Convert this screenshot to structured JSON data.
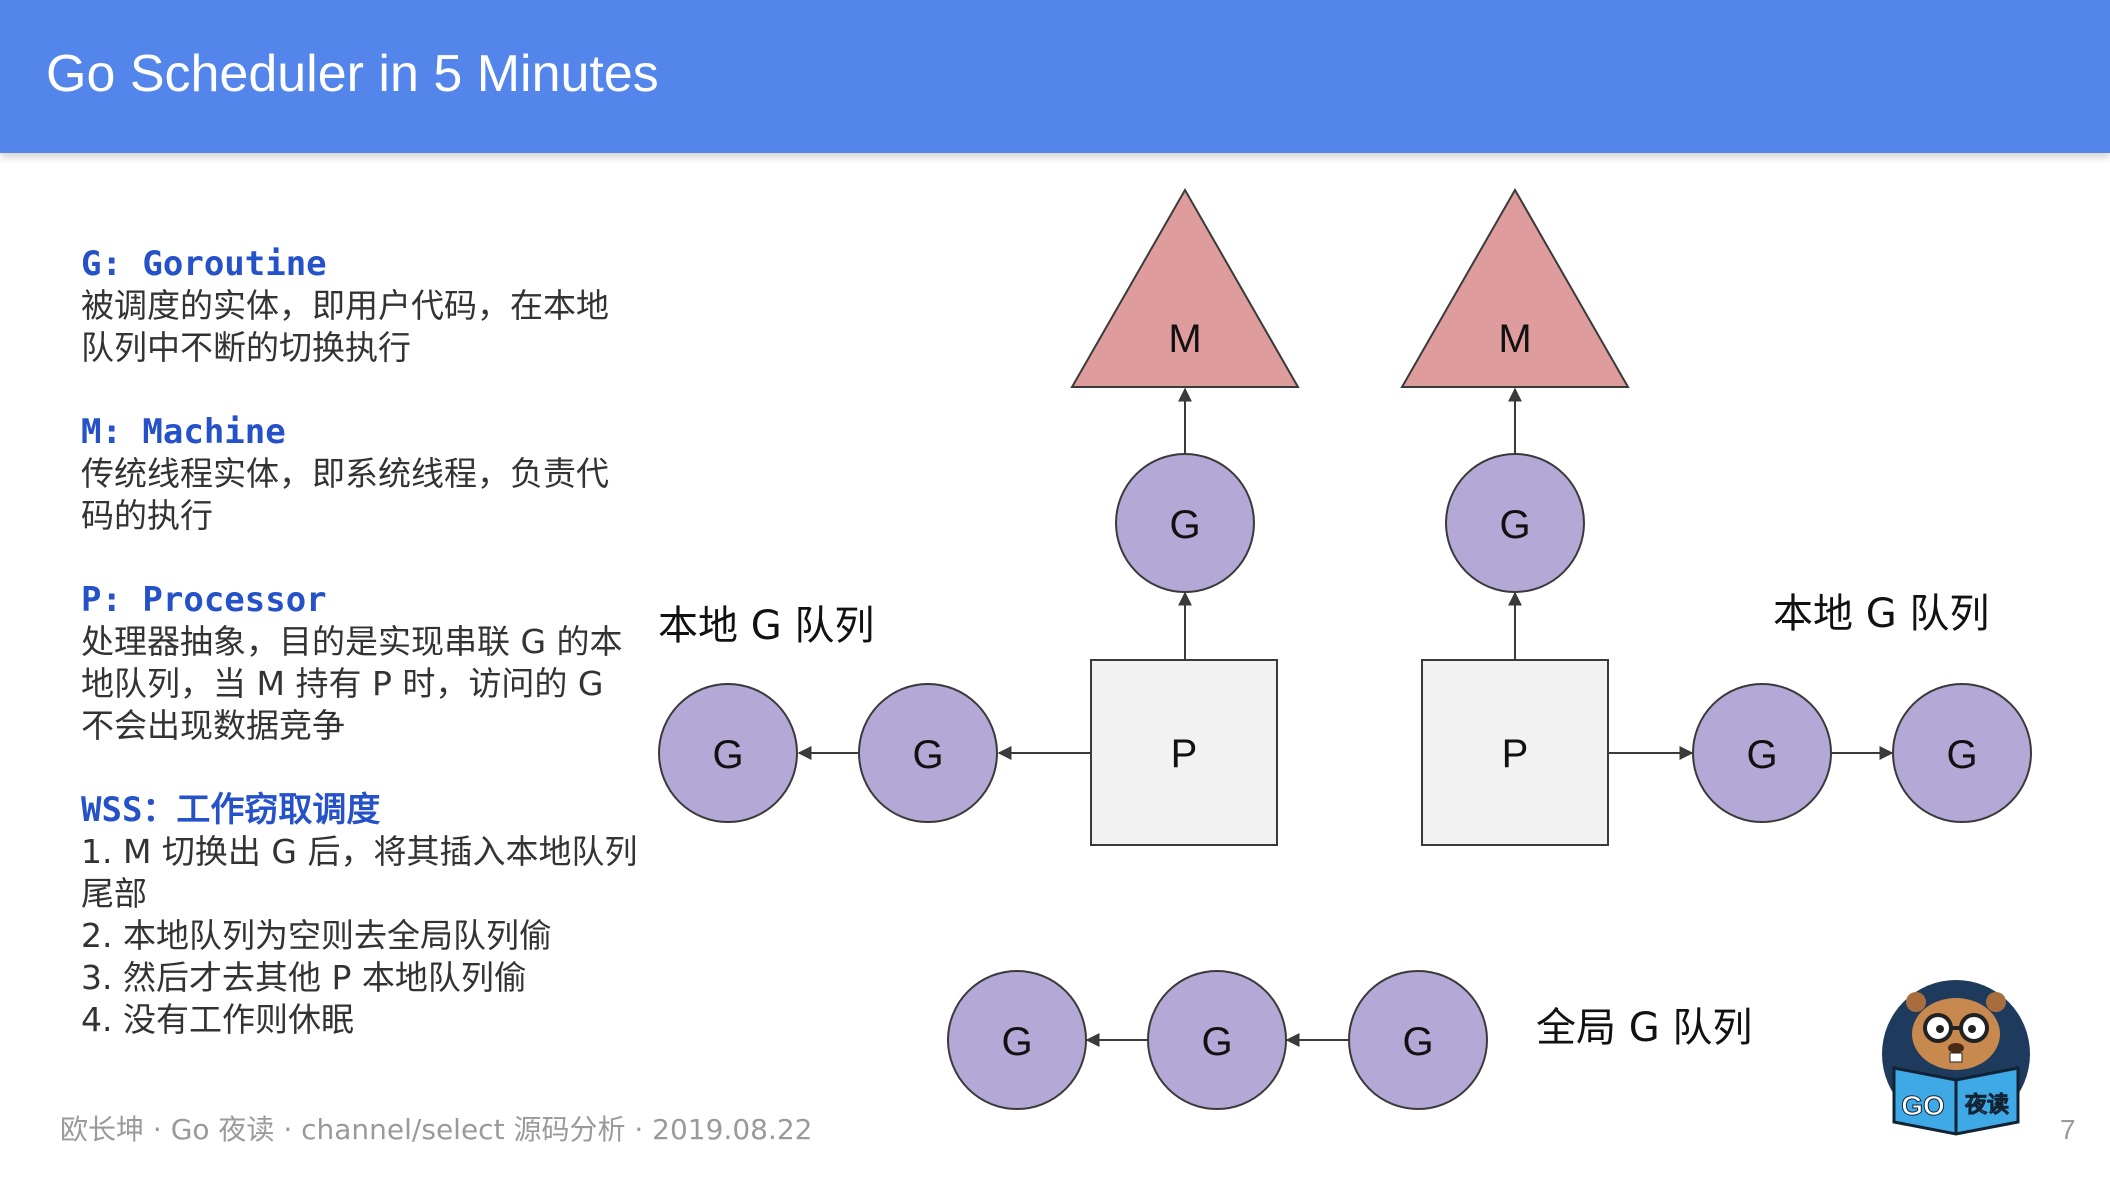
{
  "header": {
    "title": "Go Scheduler in 5 Minutes"
  },
  "sections": {
    "g": {
      "title": "G: Goroutine",
      "body": "被调度的实体，即用户代码，在本地队列中不断的切换执行"
    },
    "m": {
      "title": "M: Machine",
      "body": "传统线程实体，即系统线程，负责代码的执行"
    },
    "p": {
      "title": "P: Processor",
      "body": "处理器抽象，目的是实现串联 G 的本地队列，当 M 持有 P 时，访问的 G 不会出现数据竞争"
    },
    "wss": {
      "title": "WSS：工作窃取调度",
      "items": [
        "1. M 切换出 G 后，将其插入本地队列尾部",
        "2. 本地队列为空则去全局队列偷",
        "3. 然后才去其他 P 本地队列偷",
        "4. 没有工作则休眠"
      ]
    }
  },
  "diagram": {
    "local_queue_label_left": "本地 G 队列",
    "local_queue_label_right": "本地 G 队列",
    "global_queue_label": "全局 G 队列",
    "m_label": "M",
    "g_label": "G",
    "p_label": "P",
    "colors": {
      "triangle_fill": "#df9c9c",
      "circle_fill": "#b3a8d6",
      "box_fill": "#f2f2f2",
      "stroke": "#3a3a3a"
    }
  },
  "mascot": {
    "text": "GO 夜读",
    "icon": "gopher-reading-book-icon"
  },
  "footer": {
    "text": "欧长坤 · Go 夜读 · channel/select 源码分析 · 2019.08.22",
    "page": "7"
  }
}
